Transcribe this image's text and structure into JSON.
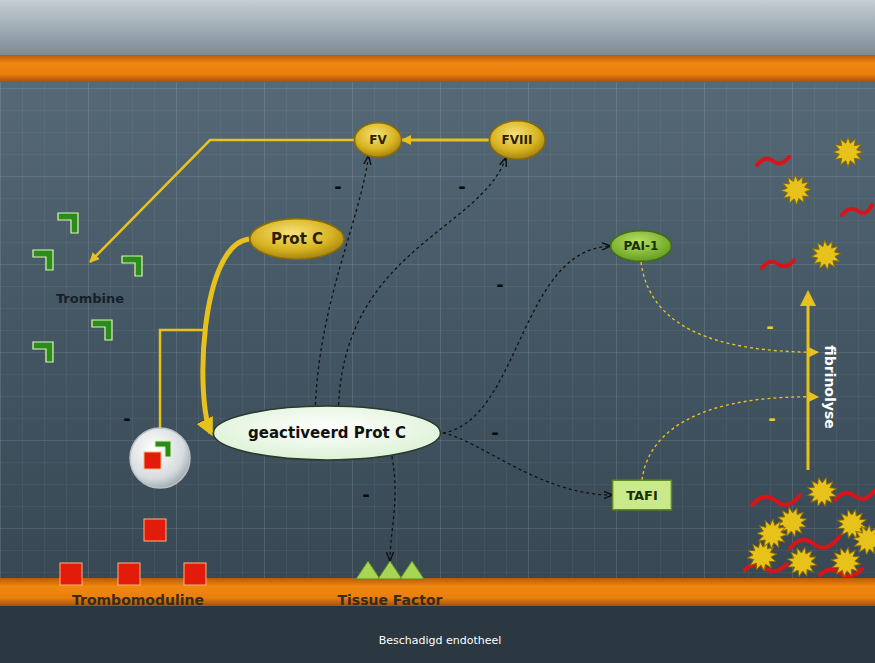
{
  "diagram": {
    "nodes": [
      {
        "text": [
          "FV"
        ]
      },
      {
        "text": [
          "FVIII"
        ]
      },
      {
        "text": [
          "Trombine"
        ]
      },
      {
        "text": [
          "Prot C"
        ]
      },
      {
        "text": [
          "PAI-1"
        ]
      },
      {
        "text": [
          "fibrinolyse"
        ]
      },
      {
        "text": [
          "geactiveerd Prot C"
        ]
      },
      {
        "text": [
          "TAFI"
        ]
      },
      {
        "text": [
          "Tissue Factor"
        ]
      }
    ],
    "edges": [
      {
        "from": 1,
        "to": 0,
        "arrow": "to"
      },
      {
        "from": 0,
        "to": 2,
        "arrow": "to"
      },
      {
        "from": 3,
        "to": 6,
        "arrow": "to"
      },
      {
        "from": 6,
        "to": 0,
        "arrow": "to",
        "label": "-"
      },
      {
        "from": 6,
        "to": 1,
        "arrow": "to",
        "label": "-"
      },
      {
        "from": 6,
        "to": 4,
        "arrow": "to",
        "label": "-"
      },
      {
        "from": 6,
        "to": 7,
        "arrow": "to",
        "label": "-"
      },
      {
        "from": 6,
        "to": 8,
        "arrow": "to",
        "label": "-"
      },
      {
        "from": 4,
        "to": 5,
        "arrow": "to",
        "label": "-"
      },
      {
        "from": 7,
        "to": 5,
        "arrow": "to",
        "label": "-"
      }
    ],
    "labels": [
      "-",
      "Trombomoduline",
      "Beschadigd endotheel"
    ]
  }
}
